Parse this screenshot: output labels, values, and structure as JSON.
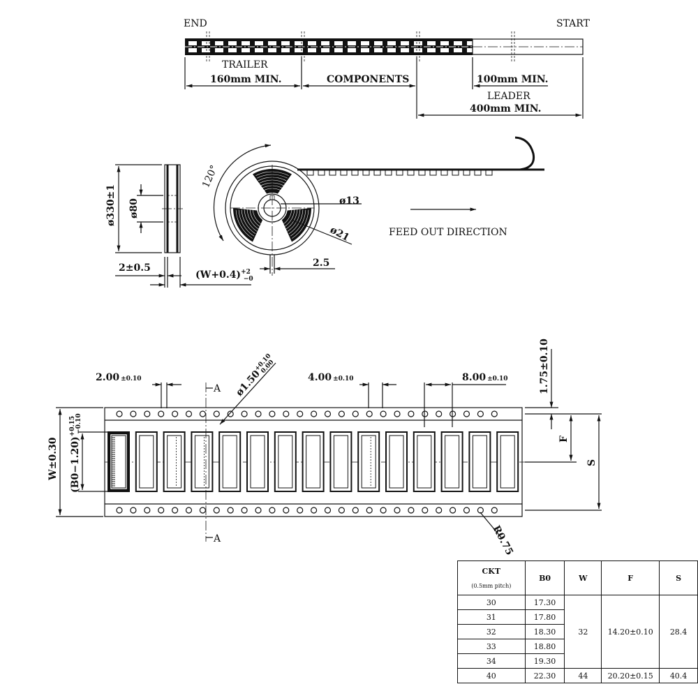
{
  "tape_layout": {
    "end": "END",
    "start": "START",
    "trailer": "TRAILER",
    "trailer_min": "160mm  MIN.",
    "components": "COMPONENTS",
    "leader_min": "100mm  MIN.",
    "leader": "LEADER",
    "total_min": "400mm  MIN."
  },
  "reel": {
    "diameter": "ø330±1",
    "hub": "ø80",
    "flange": "2±0.5",
    "width_tol": "(W+0.4)",
    "width_tol_sup": "+2",
    "width_tol_sub": "−0",
    "angle": "120°",
    "arbor": "ø13",
    "hub_inner": "ø21",
    "key": "2.5",
    "direction": "FEED  OUT  DIRECTION"
  },
  "tape": {
    "hole_offset": "2.00",
    "hole_offset_tol": "±0.10",
    "hole_dia": "ø1.50",
    "hole_dia_sup": "+0.10",
    "hole_dia_sub": "0.00",
    "hole_pitch": "4.00",
    "hole_pitch_tol": "±0.10",
    "pocket_pitch": "8.00",
    "pocket_pitch_tol": "±0.10",
    "edge": "1.75±0.10",
    "section": "A",
    "width": "W±0.30",
    "pocket": "(B0−1.20)",
    "pocket_sup": "+0.15",
    "pocket_sub": "−0.10",
    "f": "F",
    "s": "S",
    "radius": "R0.75"
  },
  "table": {
    "headers": {
      "ckt": "CKT",
      "ckt_sub": "(0.5mm pitch)",
      "b0": "B0",
      "w": "W",
      "f": "F",
      "s": "S"
    },
    "rows": [
      {
        "ckt": "30",
        "b0": "17.30"
      },
      {
        "ckt": "31",
        "b0": "17.80"
      },
      {
        "ckt": "32",
        "b0": "18.30"
      },
      {
        "ckt": "33",
        "b0": "18.80"
      },
      {
        "ckt": "34",
        "b0": "19.30"
      }
    ],
    "group_w": "32",
    "group_f": "14.20±0.10",
    "group_s": "28.4",
    "last": {
      "ckt": "40",
      "b0": "22.30",
      "w": "44",
      "f": "20.20±0.15",
      "s": "40.4"
    }
  }
}
